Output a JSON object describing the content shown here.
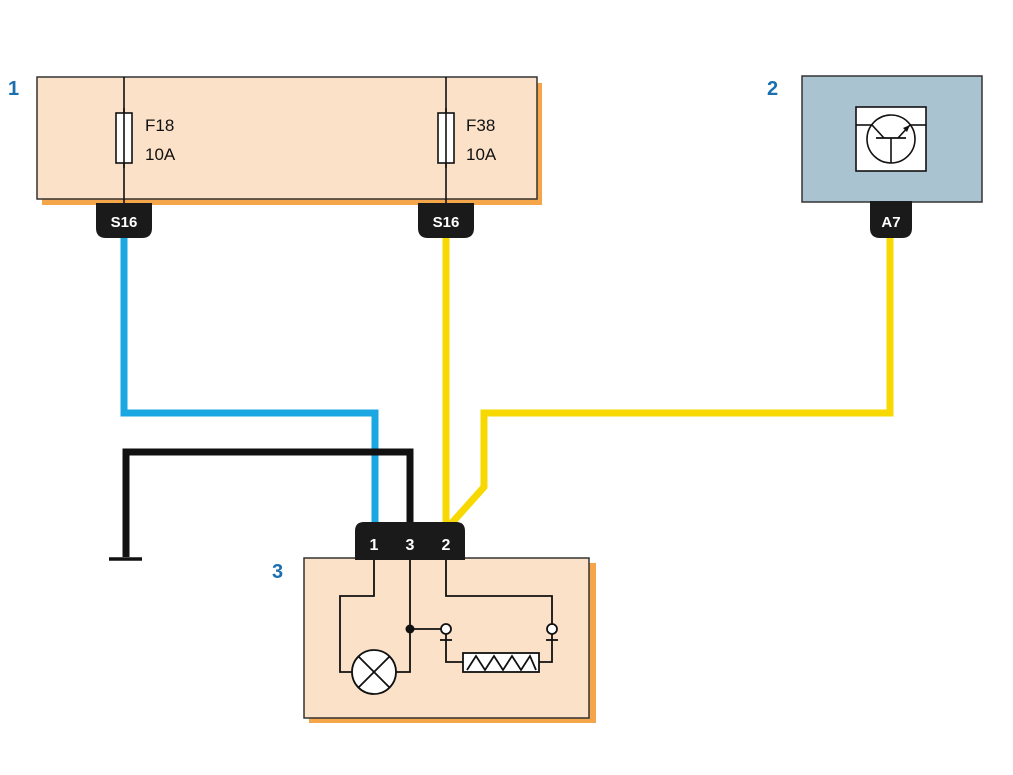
{
  "components": {
    "fuse_box": {
      "number": "1",
      "fuses": [
        {
          "id": "F18",
          "rating": "10A"
        },
        {
          "id": "F38",
          "rating": "10A"
        }
      ],
      "connectors": [
        "S16",
        "S16"
      ]
    },
    "module": {
      "number": "2",
      "connector": "A7",
      "icon": "transistor-icon"
    },
    "device": {
      "number": "3",
      "pins": [
        "1",
        "3",
        "2"
      ],
      "icons": [
        "lamp-icon",
        "heating-element-icon",
        "ground-icon"
      ]
    }
  },
  "colors": {
    "number_text": "#1a6faf",
    "box_fill": "#fbe1c8",
    "box_shadow": "#f5a54a",
    "module_fill": "#a9c3d1",
    "wire_blue": "#1ba7e1",
    "wire_yellow": "#f7d800",
    "wire_black": "#111111",
    "connector_fill": "#1a1a1a"
  }
}
